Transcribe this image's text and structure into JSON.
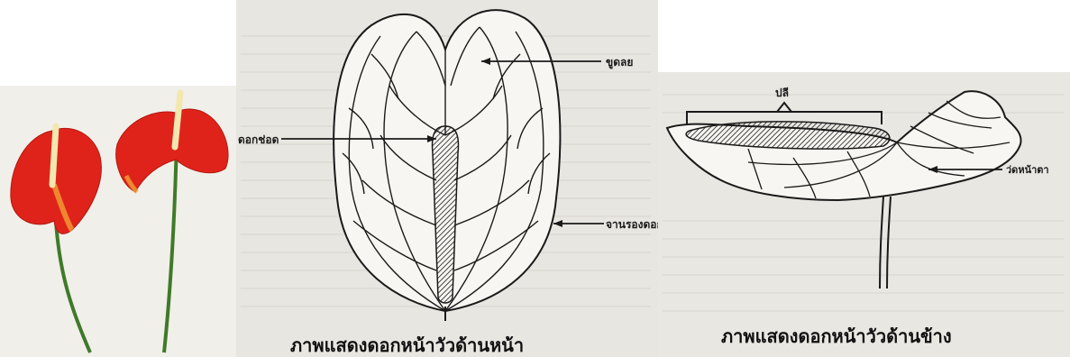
{
  "front_view": {
    "labels": {
      "spathe_tip": "ขูดลย",
      "spadix": "ดอกช่อด",
      "spathe": "จานรองดอก"
    },
    "caption": "ภาพแสดงดอกหน้าวัวด้านหน้า"
  },
  "side_view": {
    "labels": {
      "spadix": "ปลี",
      "spathe": "ว่ดหน้าตา"
    },
    "caption": "ภาพแสดงดอกหน้าวัวด้านข้าง"
  },
  "colors": {
    "spathe_red": "#e0231a",
    "spadix_cream": "#f3e7b0",
    "stem_green": "#3f7a2a",
    "ink": "#1a1a1a"
  }
}
